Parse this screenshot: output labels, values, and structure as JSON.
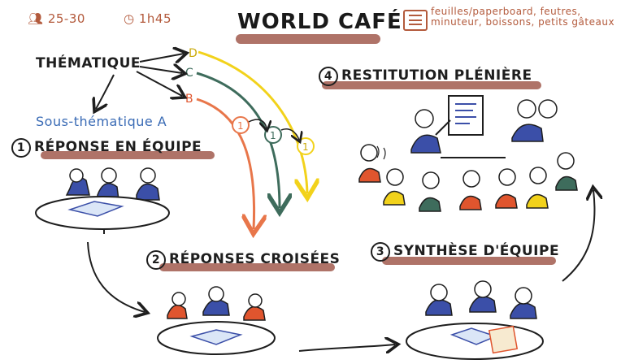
{
  "meta": {
    "participants": "25-30",
    "duration": "1h45",
    "participants_icon": "people-icon",
    "duration_icon": "clock-icon"
  },
  "title": "WORLD CAFÉ",
  "materials": {
    "icon": "clipboard-icon",
    "line1": "feuilles/paperboard, feutres,",
    "line2": "minuteur, boissons, petits gâteaux"
  },
  "thematique": {
    "label": "THÉMATIQUE",
    "branches": [
      "D",
      "C",
      "B"
    ],
    "sous_thematique": "Sous-thématique A"
  },
  "steps": [
    {
      "number": "1",
      "label": "RÉPONSE EN ÉQUIPE"
    },
    {
      "number": "2",
      "label": "RÉPONSES CROISÉES"
    },
    {
      "number": "3",
      "label": "SYNTHÈSE D'ÉQUIPE"
    },
    {
      "number": "4",
      "label": "RESTITUTION PLÉNIÈRE"
    }
  ],
  "rotation_markers": [
    "1",
    "1",
    "1"
  ],
  "colors": {
    "accent_bar": "#a15a4d",
    "blue": "#3b4fa8",
    "red": "#e0552e",
    "yellow": "#f2d21b",
    "green": "#3e6c5c",
    "orange_line": "#e8764a",
    "subtitle_blue": "#3a6bb5"
  }
}
